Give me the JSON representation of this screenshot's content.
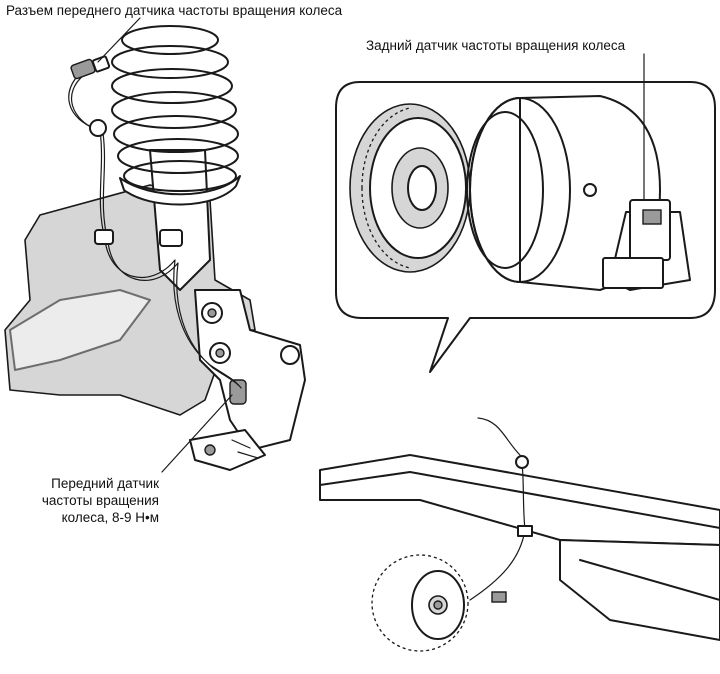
{
  "labels": {
    "front_connector": "Разъем переднего датчика частоты вращения колеса",
    "rear_sensor": "Задний датчик частоты вращения колеса",
    "front_sensor_lines": [
      "Передний датчик",
      "частоты вращения",
      "колеса, 8-9 Н•м"
    ]
  }
}
